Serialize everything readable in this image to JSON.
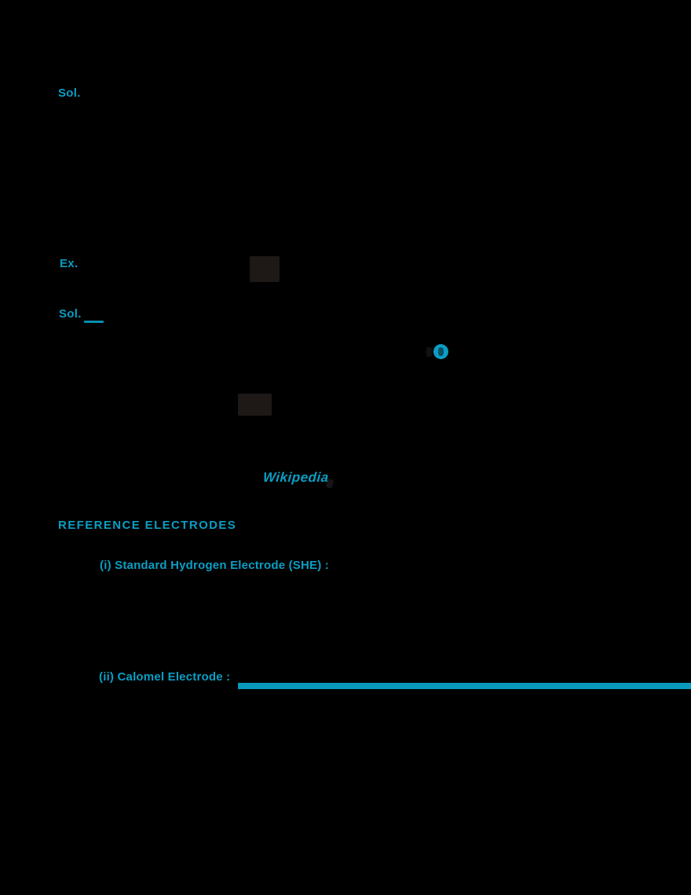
{
  "theme": {
    "page-bg": "#000000",
    "accent": "#0a9ec4",
    "line-color": "#0899bd",
    "block-color": "#1e1817"
  },
  "annotations": {
    "solution_label_top": "Sol.",
    "example_label": "Ex.",
    "solution_label_mid": "Sol.",
    "handwritten_word": "Wikipedia"
  },
  "section": {
    "heading": "REFERENCE ELECTRODES",
    "items": [
      {
        "label": "(i) Standard Hydrogen Electrode (SHE) :"
      },
      {
        "label": "(ii) Calomel Electrode :"
      }
    ]
  },
  "icons": {
    "circle_marker": "filled-circle",
    "formula_block_1": "dark-formula-image",
    "formula_block_2": "dark-formula-image"
  }
}
